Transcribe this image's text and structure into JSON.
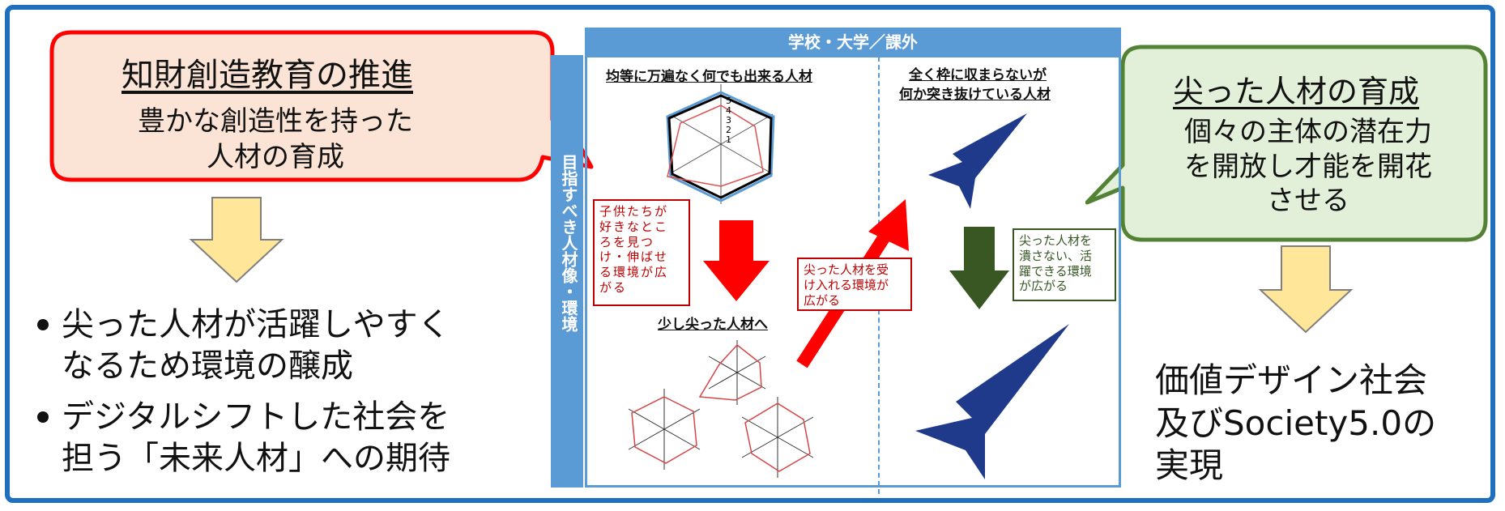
{
  "left_callout": {
    "title": "知財創造教育の推進",
    "body": "豊かな創造性を持った\n人材の育成",
    "border_color": "#ff0000",
    "fill_color": "#fbe4d5"
  },
  "left_bullets": [
    {
      "text": "尖った人材が活躍しやすく\nなるため環境の醸成"
    },
    {
      "text": "デジタルシフトした社会を\n担う「未来人材」への期待"
    }
  ],
  "right_callout": {
    "title": "尖った人材の育成",
    "body": "個々の主体の潜在力\nを開放し才能を開花\nさせる",
    "border_color": "#548235",
    "fill_color": "#e2efd9"
  },
  "right_result": "価値デザイン社会\n及びSociety5.0の\n実現",
  "center": {
    "header": "学校・大学／課外",
    "side_label": "目指すべき人材像・環境",
    "left_heading": "均等に万遍なく何でも出来る人材",
    "right_heading_line1": "全く枠に収まらないが",
    "right_heading_line2": "何か突き抜けている人材",
    "radar_ticks": [
      "1",
      "2",
      "3",
      "4",
      "5"
    ],
    "note_red1": "子供たちが\n好きなとこ\nろを見つ\nけ・伸ばせ\nる環境が広\nがる",
    "bottom_left_heading": "少し尖った人材へ",
    "note_red2": "尖った人材を受\nけ入れる環境が\n広がる",
    "note_green": "尖った人材を\n潰さない、活\n躍できる環境\nが広がる"
  },
  "colors": {
    "frame_blue": "#1f6fbf",
    "header_blue": "#5b9bd5",
    "arrow_yellow": "#ffe699",
    "arrow_red": "#ff0000",
    "arrow_green": "#385723",
    "star_navy": "#1f3a8a"
  }
}
